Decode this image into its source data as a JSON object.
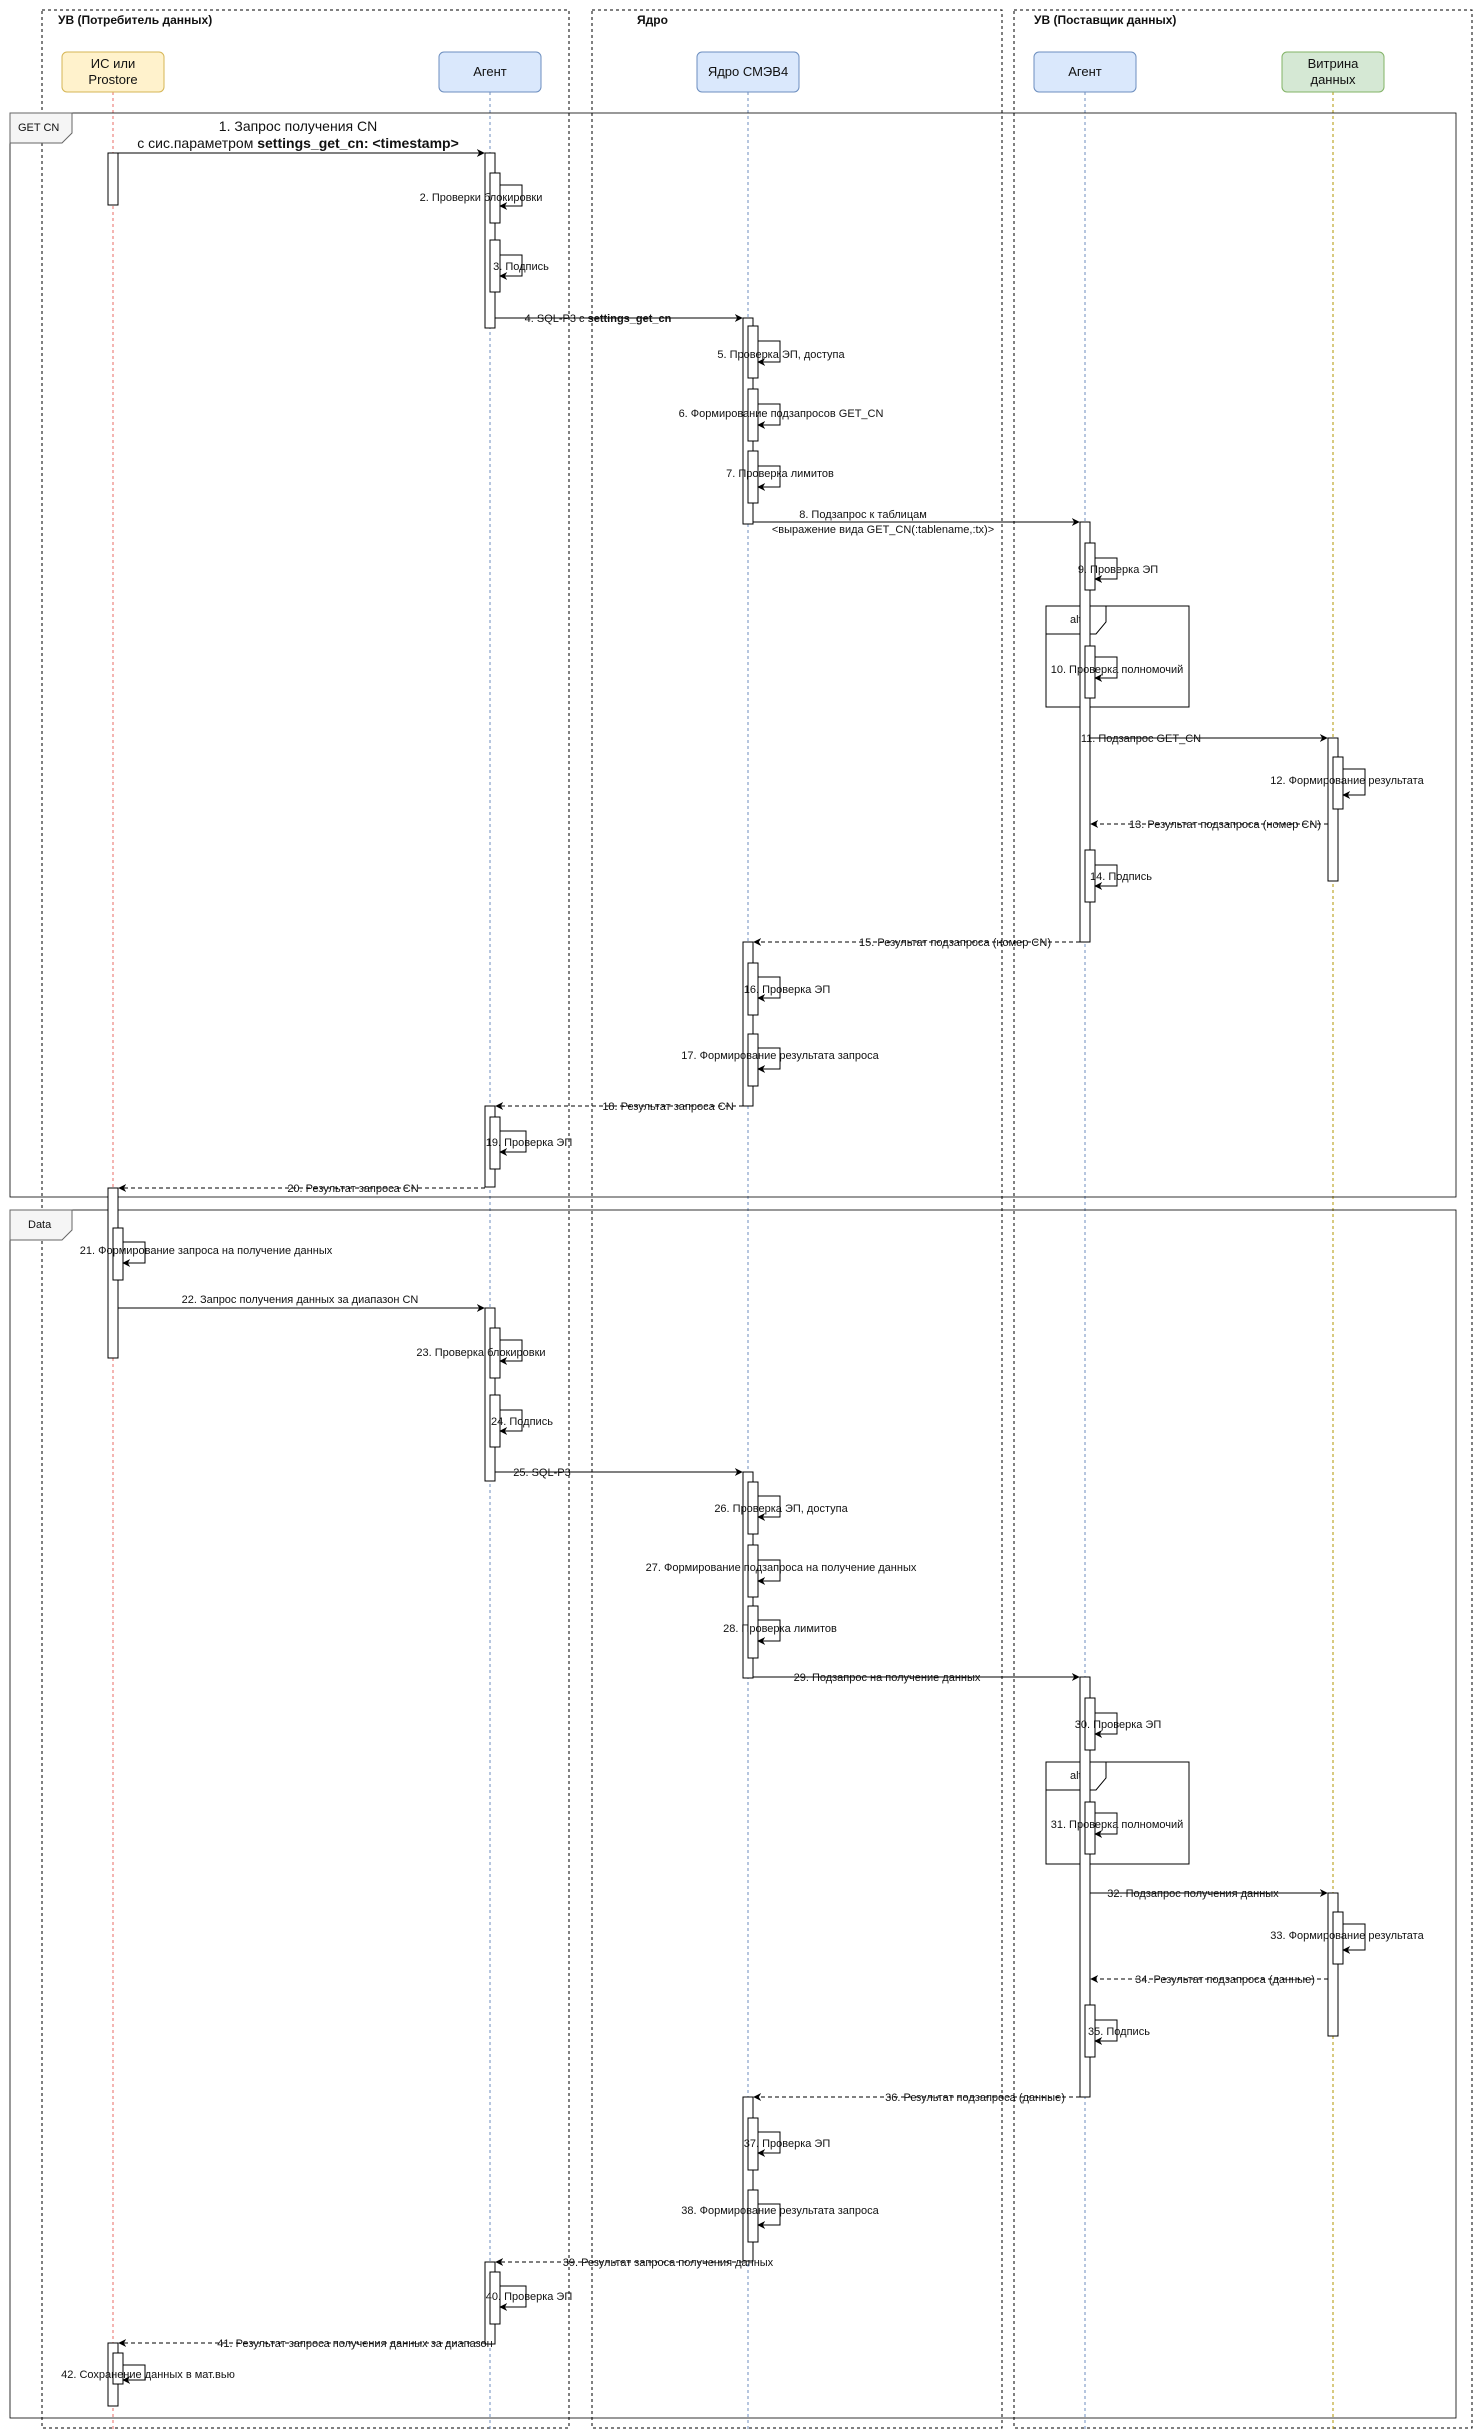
{
  "pools": [
    {
      "title": "УВ (Потребитель данных)"
    },
    {
      "title": "Ядро"
    },
    {
      "title": "УВ (Поставщик данных)"
    }
  ],
  "actors": [
    {
      "line1": "ИС или",
      "line2": "Prostore",
      "fill": "#fff2cc",
      "stroke": "#d6b656",
      "lifeline": "#ea6b66"
    },
    {
      "line1": "Агент",
      "line2": "",
      "fill": "#dae8fc",
      "stroke": "#6c8ebf",
      "lifeline": "#6c8ebf"
    },
    {
      "line1": "Ядро СМЭВ4",
      "line2": "",
      "fill": "#dae8fc",
      "stroke": "#6c8ebf",
      "lifeline": "#6c8ebf"
    },
    {
      "line1": "Агент",
      "line2": "",
      "fill": "#dae8fc",
      "stroke": "#6c8ebf",
      "lifeline": "#6c8ebf"
    },
    {
      "line1": "Витрина",
      "line2": "данных",
      "fill": "#d5e8d4",
      "stroke": "#82b366",
      "lifeline": "#b09500"
    }
  ],
  "fragments": {
    "get_cn": "GET CN",
    "data": "Data",
    "alt": "alt"
  },
  "messages": {
    "m1_line1": "1. Запрос получения CN",
    "m1_line2_prefix": "с сис.параметром ",
    "m1_line2_bold": "settings_get_cn: <timestamp>",
    "m2": "2. Проверки блокировки",
    "m3": "3. Подпись",
    "m4_prefix": "4. SQL-Р3 с ",
    "m4_bold": "settings_get_cn",
    "m5": "5. Проверка ЭП, доступа",
    "m6": "6. Формирование подзапросов GET_CN",
    "m7": "7. Проверка лимитов",
    "m8_line1": "8. Подзапрос к таблицам",
    "m8_line2": "<выражение вида GET_CN(:tablename,:tx)>",
    "m9": "9. Проверка ЭП",
    "m10": "10. Проверка полномочий",
    "m11": "11. Подзапрос GET_CN",
    "m12": "12. Формирование результата",
    "m13": "13. Результат подзапроса (номер CN)",
    "m14": "14. Подпись",
    "m15": "15. Результат подзапроса (номер CN)",
    "m16": "16. Проверка ЭП",
    "m17": "17. Формирование результата запроса",
    "m18": "18. Результат запроса CN",
    "m19": "19. Проверка ЭП",
    "m20": "20. Результат запроса CN",
    "m21": "21. Формирование запроса на получение данных",
    "m22": "22. Запрос получения данных за диапазон CN",
    "m23": "23. Проверка блокировки",
    "m24": "24. Подпись",
    "m25": "25. SQL-Р3",
    "m26": "26. Проверка ЭП, доступа",
    "m27": "27. Формирование подзапроса на получение данных",
    "m28": "28. Проверка лимитов",
    "m29": "29. Подзапрос на получение данных",
    "m30": "30. Проверка ЭП",
    "m31": "31. Проверка полномочий",
    "m32": "32. Подзапрос получения данных",
    "m33": "33. Формирование результата",
    "m34": "34. Результат подзапроса (данные)",
    "m35": "35. Подпись",
    "m36": "36. Результат подзапроса (данные)",
    "m37": "37. Проверка ЭП",
    "m38": "38. Формирование результата запроса",
    "m39": "39. Результат запроса получения данных",
    "m40": "40. Проверка ЭП",
    "m41": "41. Результат запроса получения данных за диапазон",
    "m42": "42. Сохранение данных в мат.вью"
  }
}
